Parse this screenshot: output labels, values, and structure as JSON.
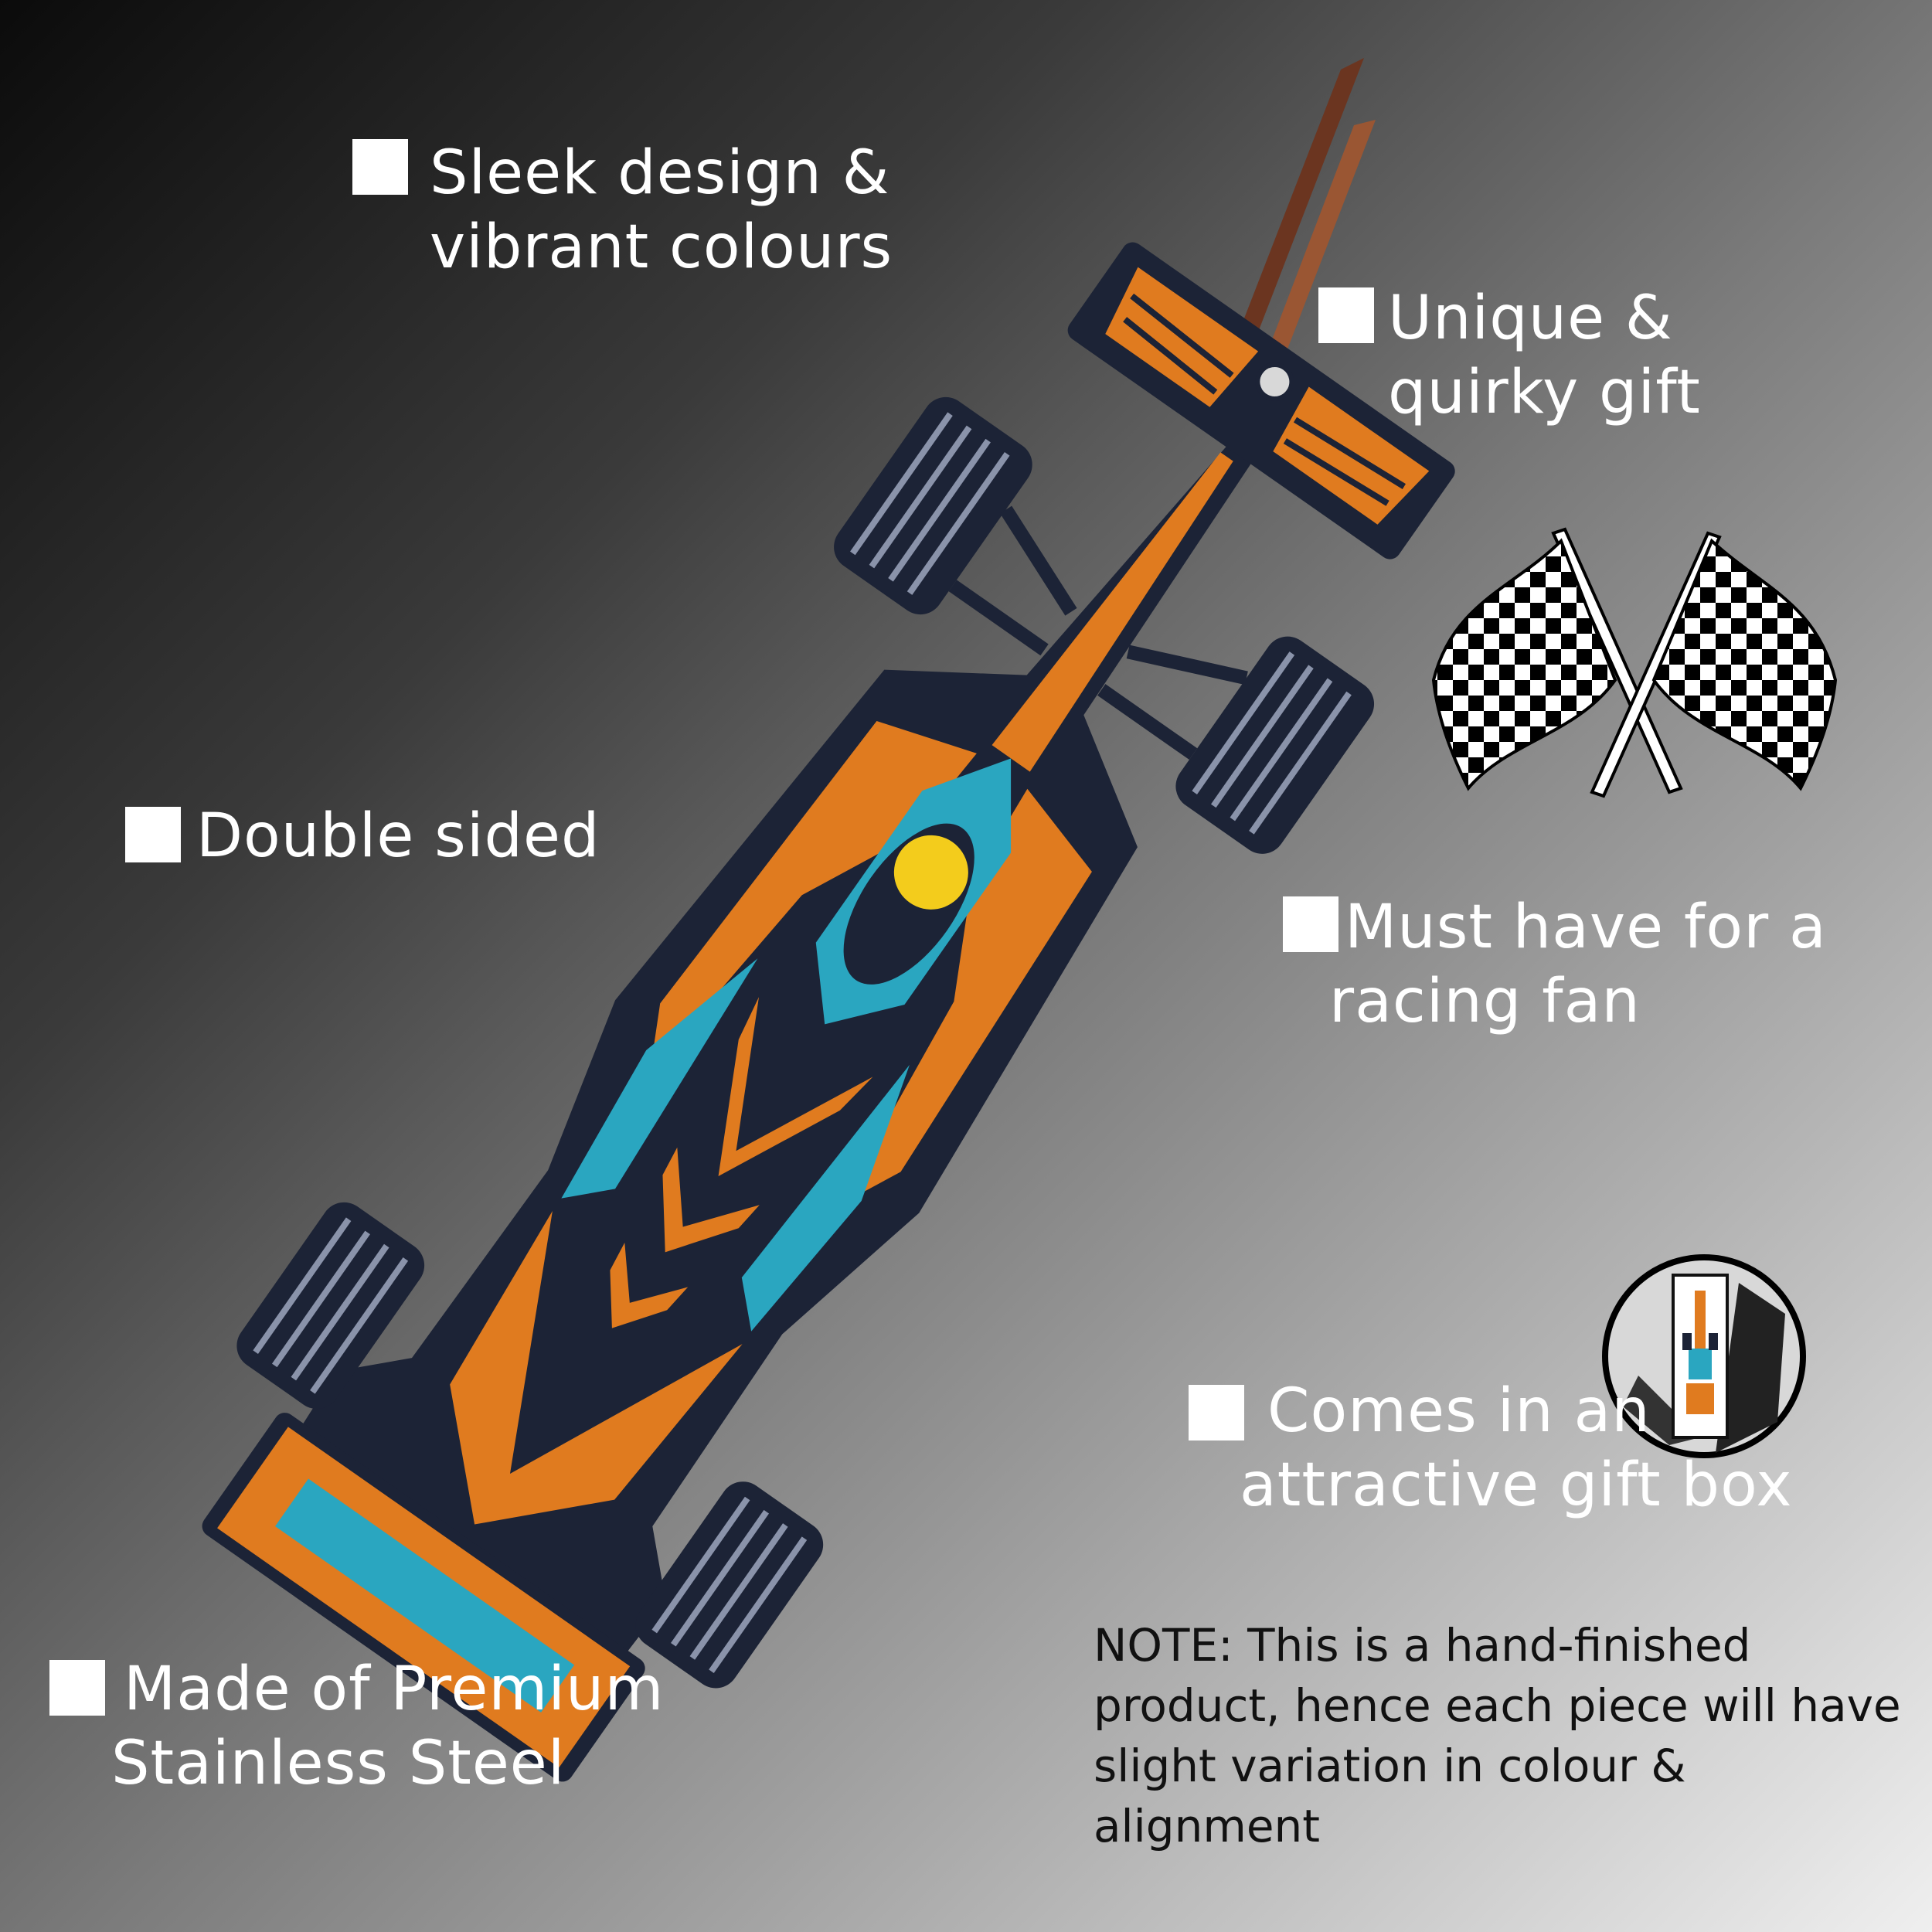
{
  "features": {
    "sleek": [
      "Sleek design &",
      "vibrant colours"
    ],
    "unique": [
      "Unique &",
      "quirky gift"
    ],
    "double": [
      "Double sided"
    ],
    "must": [
      "Must have for a",
      "racing fan"
    ],
    "box": [
      "Comes in an",
      "attractive gift box"
    ],
    "steel": [
      "Made of Premium",
      "Stainless Steel"
    ]
  },
  "note": "NOTE: This is a hand-finished product, hence each piece will have slight variation in colour & alignment",
  "icons": {
    "flags": "checkered-flags-icon",
    "gift_box": "gift-box-icon"
  },
  "colors": {
    "orange": "#e07b1f",
    "teal": "#2aa6c0",
    "navy": "#1c2336",
    "yellow": "#f3cc1c",
    "tire_stripe": "#8a93aa",
    "strap": "#8b4a2b"
  }
}
